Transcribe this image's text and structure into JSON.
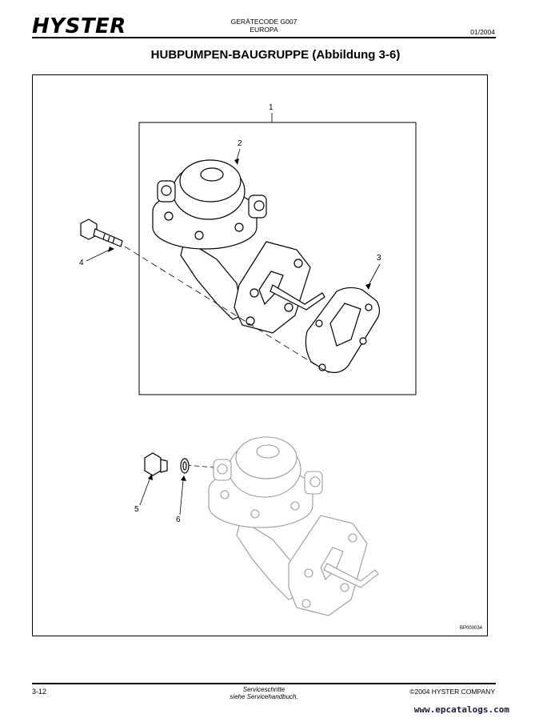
{
  "header": {
    "brand": "HYSTER",
    "code_line1": "GERÄTECODE G007",
    "code_line2": "EUROPA",
    "date": "01/2004"
  },
  "title": "HUBPUMPEN-BAUGRUPPE (Abbildung 3-6)",
  "figure": {
    "callouts": [
      "1",
      "2",
      "3",
      "4",
      "5",
      "6"
    ],
    "code": "BP000034"
  },
  "footer": {
    "page": "3-12",
    "note_line1": "Serviceschritte",
    "note_line2": "siehe Servicehandbuch.",
    "copyright": "©2004 HYSTER COMPANY"
  },
  "watermark": "www.epcatalogs.com"
}
